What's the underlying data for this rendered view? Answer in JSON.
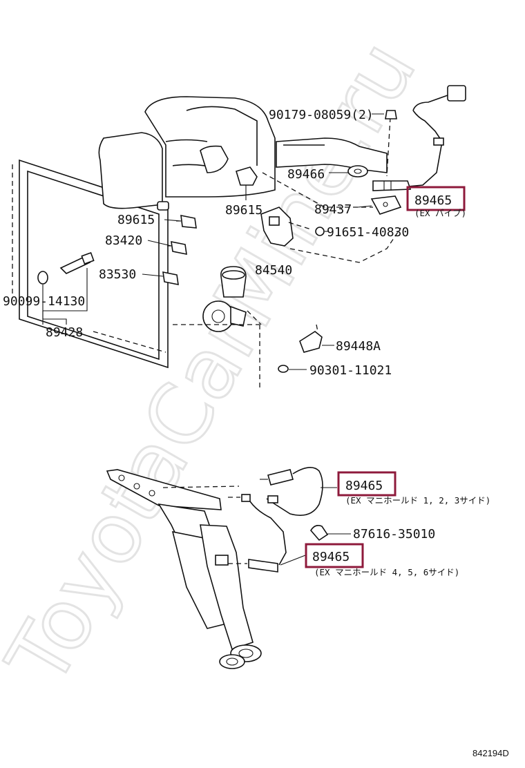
{
  "colors": {
    "highlight": "#8e1a3b",
    "watermark": "#e3e3e3",
    "ink": "#111111"
  },
  "watermark": "ToyotaCarMine.ru",
  "diagram_id": "842194D",
  "labels": {
    "p90179": "90179-08059(2)",
    "p89466": "89466",
    "p89615_top": "89615",
    "p89437": "89437",
    "p89465_top": "89465",
    "note_top": "(EX パイプ)",
    "p89615_left": "89615",
    "p91651": "91651-40830",
    "p83420": "83420",
    "p84540": "84540",
    "p83530": "83530",
    "p90099": "90099-14130",
    "p89428": "89428",
    "p89448A": "89448A",
    "p90301": "90301-11021",
    "p89465_mid": "89465",
    "note_mid": "(EX マニホールド 1, 2, 3サイド)",
    "p87616": "87616-35010",
    "p89465_low": "89465",
    "note_low": "(EX マニホールド 4, 5, 6サイド)"
  }
}
